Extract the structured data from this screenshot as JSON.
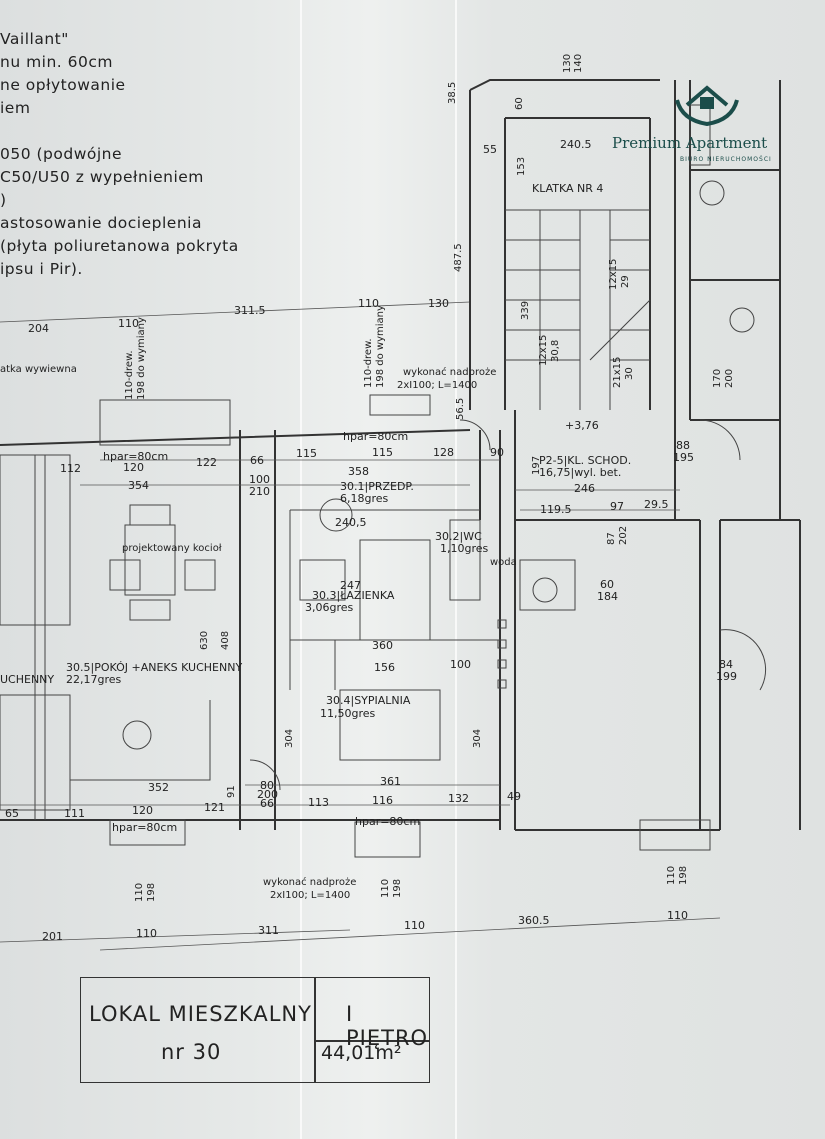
{
  "notes": [
    "Vaillant\"",
    "nu min. 60cm",
    "ne opłytowanie",
    "iem",
    "050 (podwójne",
    "C50/U50 z wypełnieniem",
    ")",
    "astosowanie docieplenia",
    "(płyta poliuretanowa pokryta",
    "ipsu i Pir)."
  ],
  "rooms": {
    "stair_label": "KLATKA NR 4",
    "living": "30.5|POKÓJ +ANEKS KUCHENNY",
    "living_area": "22,17gres",
    "kitchen_left": "UCHENNY",
    "hall": "30.1|PRZEDP.",
    "hall_area": "6,18gres",
    "wc": "30.2|WC",
    "wc_area": "1,10gres",
    "bath": "30.3|ŁAZIENKA",
    "bath_area": "3,06gres",
    "bedroom": "30.4|SYPIALNIA",
    "bedroom_area": "11,50gres",
    "stair_room": "P2-5|KL. SCHOD.",
    "stair_room_area": "16,75|wyl. bet.",
    "level": "+3,76",
    "kitchen_note": "projektowany kocioł",
    "water": "woda"
  },
  "annotations": {
    "lintel_top": "wykonać nadproże",
    "lintel_top_spec": "2xI100; L=1400",
    "lintel_bottom": "wykonać nadproże",
    "lintel_bottom_spec": "2xI100; L=1400",
    "vent": "atka wywiewna",
    "drew1": "110-drew.",
    "drew1b": "198 do wymiany",
    "drew2": "110-drew.",
    "drew2b": "198 do wymiany",
    "hpar1": "hpar=80cm",
    "hpar2": "hpar=80cm",
    "hpar3": "hpar=80cm",
    "hpar4": "hpar=80cm"
  },
  "dims": {
    "d204": "204",
    "d110a": "110",
    "d311_5": "311.5",
    "d110b": "110",
    "d130": "130",
    "d38_5": "38.5",
    "d55": "55",
    "d240_5": "240.5",
    "d60": "60",
    "d130_140a": "130",
    "d130_140b": "140",
    "d153": "153",
    "d487_5": "487.5",
    "d339": "339",
    "d12x15": "12x15",
    "d29": "29",
    "d12x15b": "12x15",
    "d30_8": "30,8",
    "d21x15": "21x15",
    "d30": "30",
    "d56_5": "56.5",
    "d120": "120",
    "d122": "122",
    "d66": "66",
    "d115a": "115",
    "d115b": "115",
    "d128": "128",
    "d90": "90",
    "d112": "112",
    "d354": "354",
    "d358": "358",
    "d100": "100",
    "d210": "210",
    "d197": "197",
    "d246": "246",
    "d119_5": "119.5",
    "d97": "97",
    "d29_5": "29.5",
    "d88": "88",
    "d195": "195",
    "d170": "170",
    "d200": "200",
    "d87": "87",
    "d202": "202",
    "d60b": "60",
    "d184": "184",
    "d84": "84",
    "d199": "199",
    "d247": "247",
    "d240_5b": "240,5",
    "d630": "630",
    "d408": "408",
    "d360": "360",
    "d156": "156",
    "d100b": "100",
    "d304a": "304",
    "d304b": "304",
    "d352": "352",
    "d361": "361",
    "d200b": "200",
    "d80": "80",
    "d66b": "66",
    "d113": "113",
    "d116": "116",
    "d132": "132",
    "d49": "49",
    "d65": "65",
    "d111": "111",
    "d120b": "120",
    "d121": "121",
    "d91": "91",
    "d201": "201",
    "d110c": "110",
    "d311": "311",
    "d110d": "110",
    "d360_5": "360.5",
    "d110e": "110",
    "d110_198a": "110",
    "d110_198a2": "198",
    "d110_198b": "110",
    "d110_198b2": "198",
    "d110_198c": "110",
    "d110_198c2": "198"
  },
  "title_block": {
    "line1": "LOKAL MIESZKALNY",
    "line2": "nr 30",
    "floor": "I PIĘTRO",
    "area": "44,01m²"
  },
  "logo": {
    "brand": "Premium Apartment",
    "sub": "BIURO NIERUCHOMOŚCI",
    "color": "#1b4d4a"
  }
}
